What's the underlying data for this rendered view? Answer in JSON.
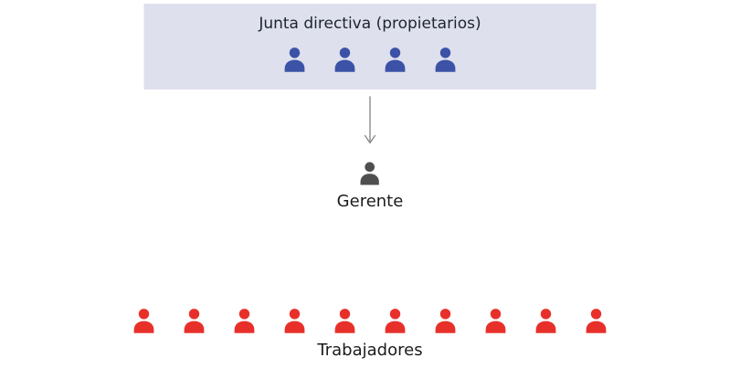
{
  "colors": {
    "board_bg": "#dee0ee",
    "board_member": "#3c52a6",
    "manager": "#4f4f4f",
    "worker": "#e8302b",
    "arrow": "#8c8c8c",
    "title_text": "#1e2430",
    "label_text": "#1c1c1c"
  },
  "board": {
    "label": "Junta directiva (propietarios)",
    "member_count": 4,
    "member_icon": "person-icon"
  },
  "arrow": {
    "direction": "down"
  },
  "manager": {
    "label": "Gerente",
    "icon": "person-icon"
  },
  "workers": {
    "label": "Trabajadores",
    "count": 10,
    "icon": "person-icon"
  }
}
